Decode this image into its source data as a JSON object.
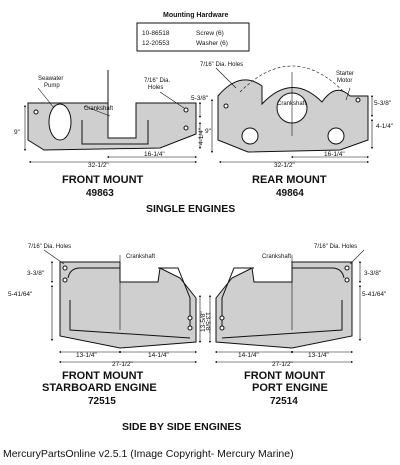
{
  "hardware": {
    "title": "Mounting Hardware",
    "rows": [
      {
        "part": "10-86518",
        "desc": "Screw (6)"
      },
      {
        "part": "12-20553",
        "desc": "Washer (6)"
      }
    ]
  },
  "front_mount_single": {
    "title": "FRONT MOUNT",
    "part": "49863",
    "labels": {
      "pump": "Seawater\nPump",
      "holes": "7/16\" Dia.\nHoles",
      "crank": "Crankshaft"
    },
    "dims": {
      "top_right": "5-3/8\"",
      "left": "9\"",
      "right": "4-1/4\"",
      "total": "32-1/2\"",
      "half": "16-1/4\""
    }
  },
  "rear_mount_single": {
    "title": "REAR MOUNT",
    "part": "49864",
    "labels": {
      "holes": "7/16\" Dia. Holes",
      "starter": "Starter\nMotor",
      "crank": "Crankshaft"
    },
    "dims": {
      "top_right": "5-3/8\"",
      "left": "9\"",
      "right": "4-1/4\"",
      "total": "32-1/2\"",
      "half": "16-1/4\""
    }
  },
  "single_section": "SINGLE ENGINES",
  "front_starboard": {
    "title": "FRONT MOUNT",
    "subtitle": "STARBOARD ENGINE",
    "part": "72515",
    "labels": {
      "holes": "7/16\" Dia. Holes",
      "crank": "Crankshaft"
    },
    "dims": {
      "top_left": "3-3/8\"",
      "left": "5-41/64\"",
      "right": "13-5/8\"",
      "left_bottom": "13-1/4\"",
      "right_bottom": "14-1/4\"",
      "total": "27-1/2\""
    }
  },
  "front_port": {
    "title": "FRONT MOUNT",
    "subtitle": "PORT ENGINE",
    "part": "72514",
    "labels": {
      "holes": "7/16\" Dia. Holes",
      "crank": "Crankshaft"
    },
    "dims": {
      "top_right": "3-3/8\"",
      "right": "5-41/64\"",
      "left": "13-5/8\"",
      "left_bottom": "14-1/4\"",
      "right_bottom": "13-1/4\"",
      "total": "27-1/2\""
    }
  },
  "side_section": "SIDE BY SIDE ENGINES",
  "footer": "MercuryPartsOnline v2.5.1 (Image Copyright- Mercury Marine)"
}
